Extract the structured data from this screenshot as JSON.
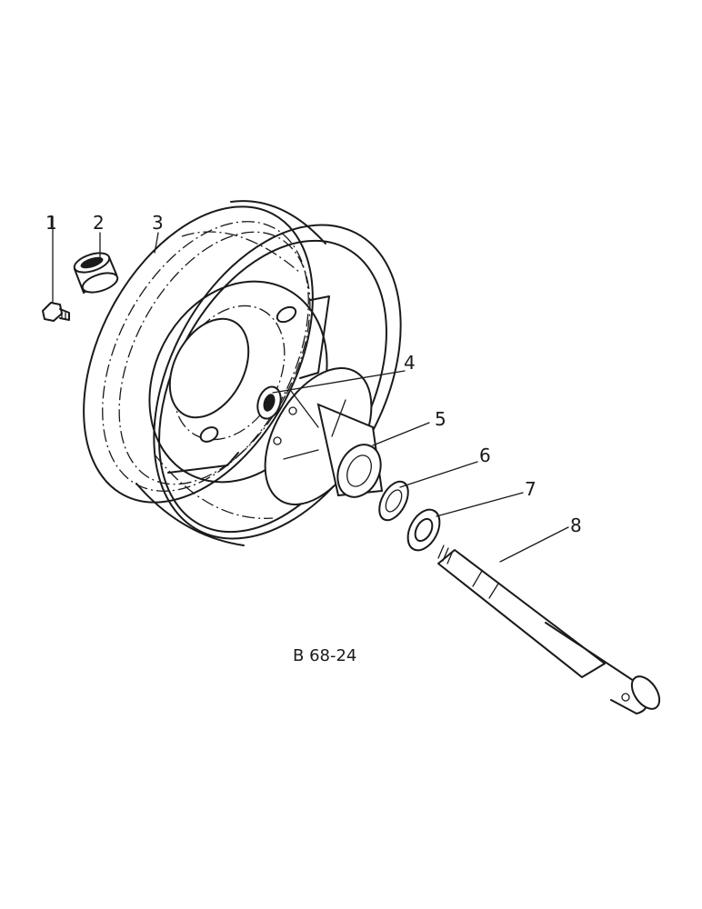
{
  "drawing_code": "B 68-24",
  "callouts": [
    "1",
    "2",
    "3",
    "4",
    "5",
    "6",
    "7",
    "8"
  ]
}
